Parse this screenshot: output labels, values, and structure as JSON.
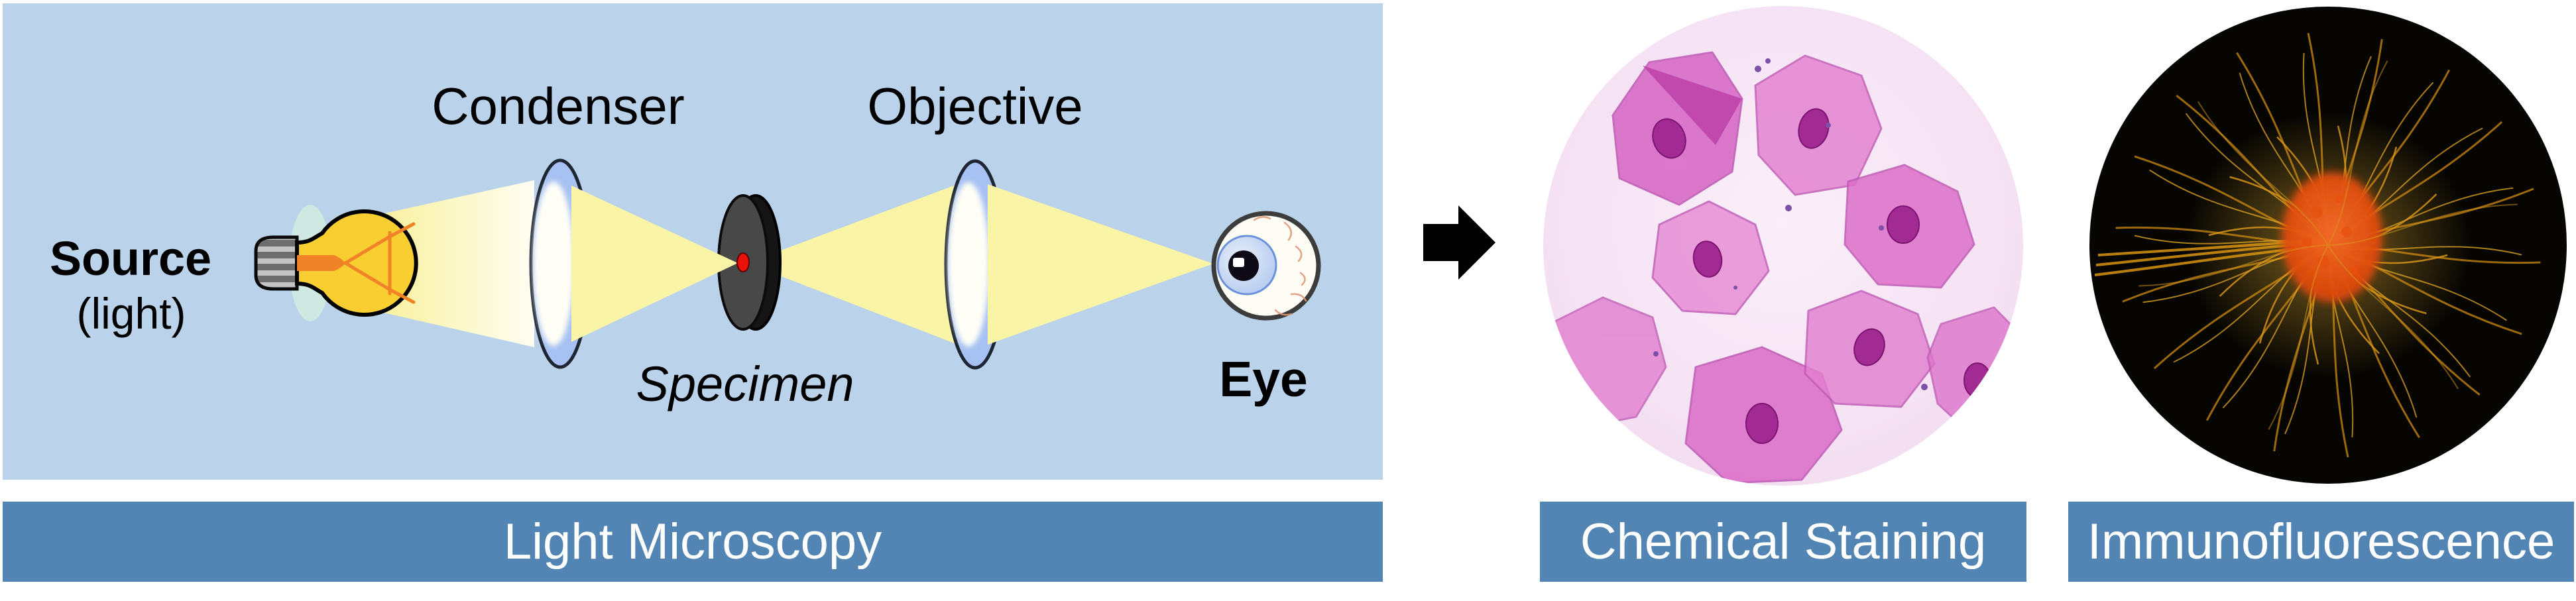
{
  "diagram": {
    "panel_caption": "Light Microscopy",
    "labels": {
      "condenser": "Condenser",
      "objective": "Objective",
      "source": "Source",
      "source_sub": "(light)",
      "specimen": "Specimen",
      "eye": "Eye"
    }
  },
  "results": [
    {
      "caption": "Chemical Staining",
      "description": "pink-stained squamous epithelial cells micrograph"
    },
    {
      "caption": "Immunofluorescence",
      "description": "cell with golden fluorescent filaments radiating around an orange-red nucleus"
    }
  ],
  "icons": {
    "flow_arrow": "right-arrow"
  },
  "colors": {
    "panel_bg": "#BBD3EA",
    "banner_bg": "#5285B4",
    "banner_text": "#FFFFFF",
    "beam_yellow": "#FAF4A6",
    "bulb_yellow": "#F9CE30",
    "filament_orange": "#F08227",
    "lens_blue": "#A6C1F2",
    "lens_face": "#FFFEF6",
    "specimen_gray": "#484848",
    "specimen_dot_red": "#EC1109",
    "iris_blue": "#AFC6EF",
    "arrow_black": "#000000",
    "stain_bg_pink": "#F6E2F4",
    "stain_cell_pink": "#E37FD0",
    "stain_nucleus": "#A12B92",
    "fluor_gold": "#E8A01C",
    "fluor_nucleus_red": "#D84A10"
  }
}
